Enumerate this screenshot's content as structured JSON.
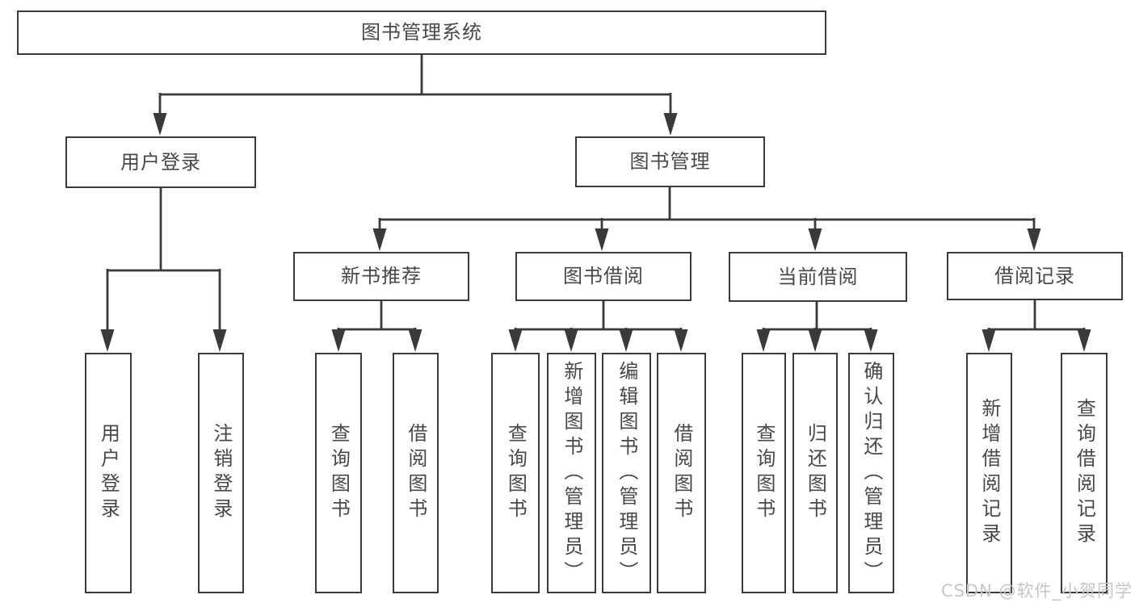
{
  "watermark": "CSDN @软件_小贺同学",
  "colors": {
    "line": "#3a3a3a",
    "box_border": "#3a3a3a",
    "text": "#484848",
    "watermark_text": "#c6c6c6",
    "background": "#ffffff"
  },
  "nodes": {
    "root": "图书管理系统",
    "user_login": "用户登录",
    "book_mgmt": "图书管理",
    "new_book_rec": "新书推荐",
    "book_borrow": "图书借阅",
    "current_borrow": "当前借阅",
    "borrow_record": "借阅记录",
    "ul_login": "用户登录",
    "ul_logout": "注销登录",
    "nb_query": "查询图书",
    "nb_borrow": "借阅图书",
    "bb_query": "查询图书",
    "bb_add": "新增图书（管理员）",
    "bb_edit": "编辑图书（管理员）",
    "bb_borrow": "借阅图书",
    "cb_query": "查询图书",
    "cb_return": "归还图书",
    "cb_confirm": "确认归还（管理员）",
    "br_add": "新增借阅记录",
    "br_query": "查询借阅记录"
  },
  "hierarchy": {
    "图书管理系统": {
      "用户登录": [
        "用户登录",
        "注销登录"
      ],
      "图书管理": {
        "新书推荐": [
          "查询图书",
          "借阅图书"
        ],
        "图书借阅": [
          "查询图书",
          "新增图书（管理员）",
          "编辑图书（管理员）",
          "借阅图书"
        ],
        "当前借阅": [
          "查询图书",
          "归还图书",
          "确认归还（管理员）"
        ],
        "借阅记录": [
          "新增借阅记录",
          "查询借阅记录"
        ]
      }
    }
  }
}
